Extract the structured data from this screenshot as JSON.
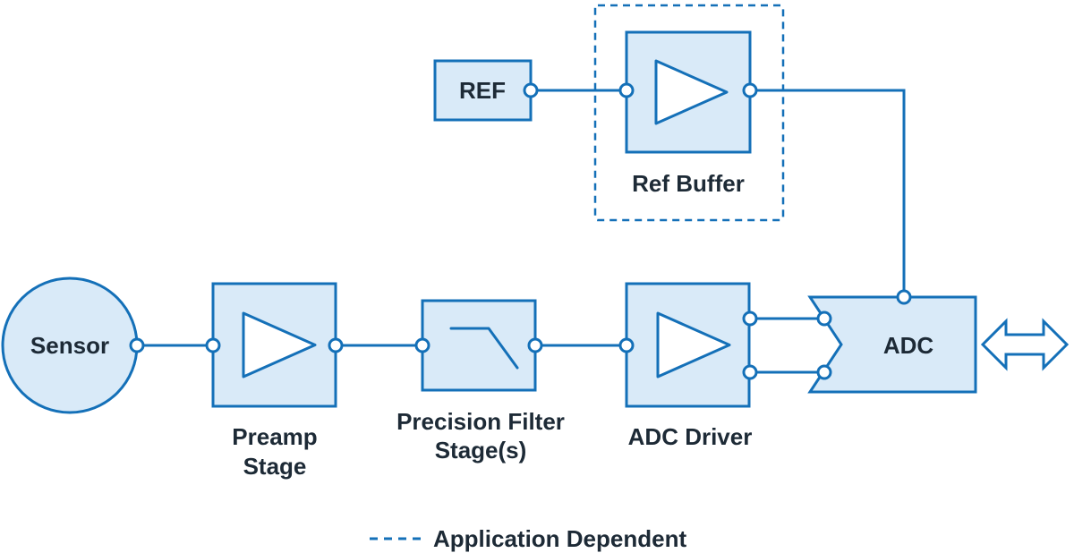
{
  "diagram": {
    "blocks": {
      "sensor": {
        "label": "Sensor"
      },
      "preamp": {
        "label_line1": "Preamp",
        "label_line2": "Stage"
      },
      "filter": {
        "label_line1": "Precision Filter",
        "label_line2": "Stage(s)"
      },
      "adc_driver": {
        "label": "ADC Driver"
      },
      "adc": {
        "label": "ADC"
      },
      "ref": {
        "label": "REF"
      },
      "ref_buffer": {
        "label": "Ref Buffer"
      }
    },
    "legend": {
      "label": "Application Dependent"
    },
    "icons": {
      "amplifier": "triangle-right",
      "lowpass_filter": "descending-response-curve",
      "bidirectional_arrow": "double-headed-arrow",
      "port": "circle-node"
    },
    "colors": {
      "line": "#1470b8",
      "block_fill": "#d9eaf8",
      "text": "#1d2a36",
      "background": "#ffffff"
    }
  }
}
